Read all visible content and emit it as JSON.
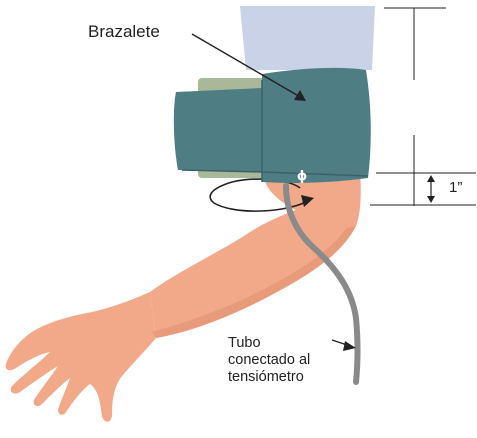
{
  "labels": {
    "cuff": "Brazalete",
    "tube": [
      "Tubo",
      "conectado al",
      "tensiómetro"
    ],
    "distance": "1”"
  },
  "marks": {
    "artery_symbol": "ϕ"
  },
  "colors": {
    "cuff": "#4f7d84",
    "cuff_dark": "#3b6168",
    "cuff_inner": "#a9b898",
    "skin": "#f2a98a",
    "skin_shadow": "#e08f70",
    "sleeve": "#c9d2e6",
    "tube": "#8a8a8a",
    "line": "#222222"
  }
}
